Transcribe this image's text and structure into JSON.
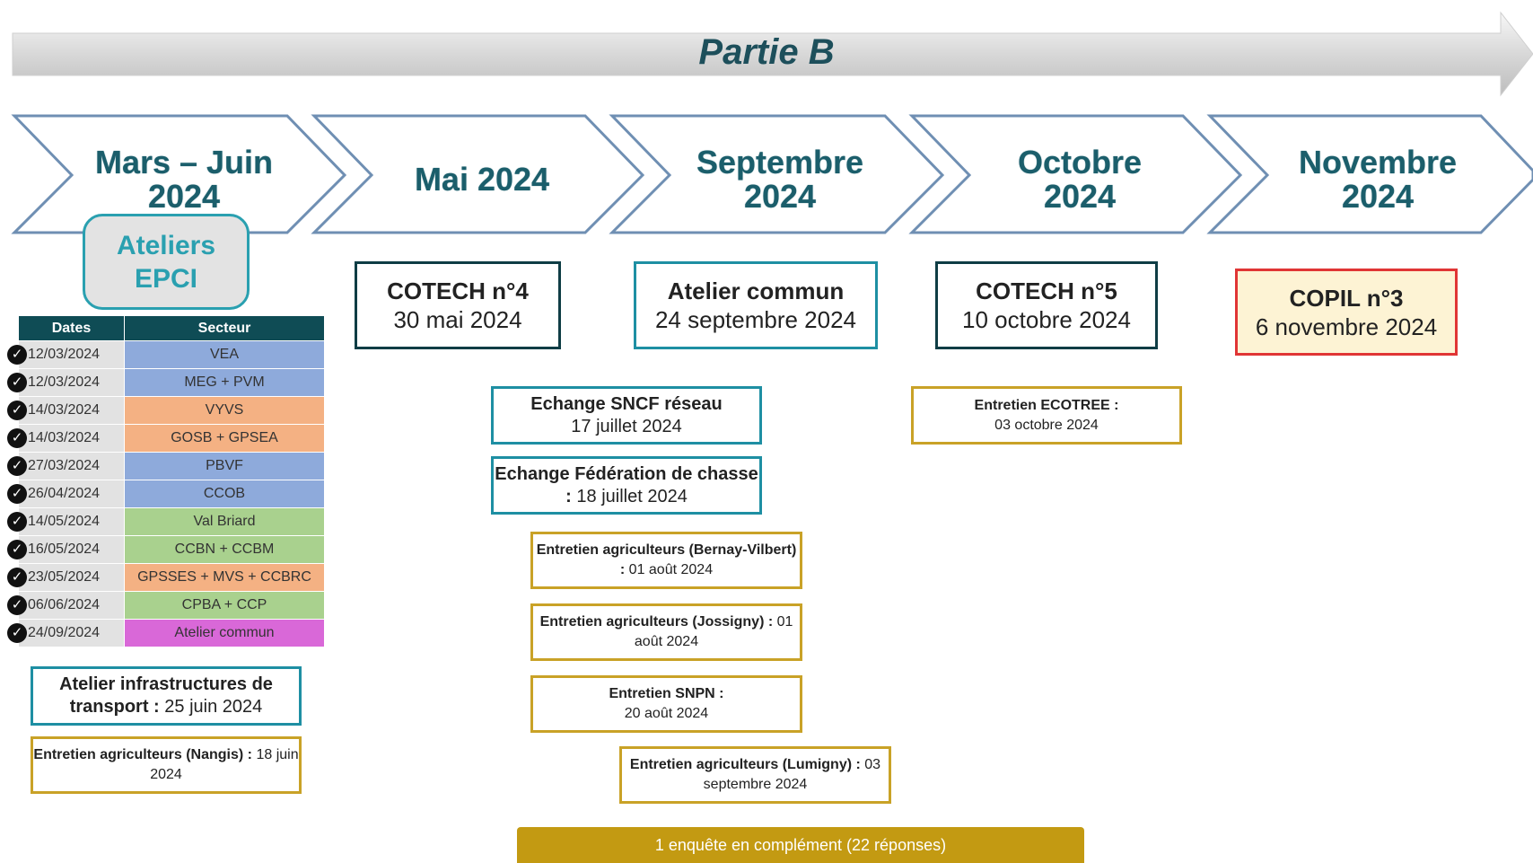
{
  "banner": {
    "title": "Partie B"
  },
  "phases": [
    {
      "line1": "Mars – Juin",
      "line2": "2024"
    },
    {
      "line1": "Mai 2024",
      "line2": ""
    },
    {
      "line1": "Septembre",
      "line2": "2024"
    },
    {
      "line1": "Octobre",
      "line2": "2024"
    },
    {
      "line1": "Novembre",
      "line2": "2024"
    }
  ],
  "ateliers": {
    "line1": "Ateliers",
    "line2": "EPCI"
  },
  "schedule": {
    "headers": [
      "Dates",
      "Secteur"
    ],
    "rows": [
      {
        "date": "12/03/2024",
        "sector": "VEA",
        "color": "#8eaadb"
      },
      {
        "date": "12/03/2024",
        "sector": "MEG + PVM",
        "color": "#8eaadb"
      },
      {
        "date": "14/03/2024",
        "sector": "VYVS",
        "color": "#f4b183"
      },
      {
        "date": "14/03/2024",
        "sector": "GOSB + GPSEA",
        "color": "#f4b183"
      },
      {
        "date": "27/03/2024",
        "sector": "PBVF",
        "color": "#8eaadb"
      },
      {
        "date": "26/04/2024",
        "sector": "CCOB",
        "color": "#8eaadb"
      },
      {
        "date": "14/05/2024",
        "sector": "Val Briard",
        "color": "#a9d18e"
      },
      {
        "date": "16/05/2024",
        "sector": "CCBN + CCBM",
        "color": "#a9d18e"
      },
      {
        "date": "23/05/2024",
        "sector": "GPSSES + MVS + CCBRC",
        "color": "#f4b183"
      },
      {
        "date": "06/06/2024",
        "sector": "CPBA + CCP",
        "color": "#a9d18e"
      },
      {
        "date": "24/09/2024",
        "sector": "Atelier commun",
        "color": "#d968d8"
      }
    ]
  },
  "check_glyph": "✓",
  "boxes": {
    "atelier_infra": {
      "bold": "Atelier infrastructures de transport :",
      "rest": " 25 juin 2024"
    },
    "nangis": {
      "bold": "Entretien agriculteurs (Nangis) :",
      "rest": " 18 juin 2024"
    },
    "cotech4": {
      "title": "COTECH n°4",
      "date": "30 mai 2024"
    },
    "atelier_commun": {
      "title": "Atelier commun",
      "date": "24 septembre 2024"
    },
    "cotech5": {
      "title": "COTECH n°5",
      "date": "10 octobre 2024"
    },
    "copil3": {
      "title": "COPIL n°3",
      "date": "6 novembre 2024"
    },
    "sncf": {
      "bold": "Echange SNCF réseau",
      "rest": "17 juillet 2024"
    },
    "federation": {
      "bold": "Echange Fédération de chasse :",
      "rest": " 18 juillet 2024"
    },
    "bernay": {
      "bold": "Entretien agriculteurs (Bernay-Vilbert) :",
      "rest": " 01 août 2024"
    },
    "jossigny": {
      "bold": "Entretien agriculteurs (Jossigny) :",
      "rest": " 01 août 2024"
    },
    "snpn": {
      "bold": "Entretien SNPN :",
      "rest": "20 août 2024"
    },
    "lumigny": {
      "bold": "Entretien agriculteurs (Lumigny) :",
      "rest": " 03 septembre 2024"
    },
    "ecotree": {
      "bold": "Entretien ECOTREE :",
      "rest": "03 octobre 2024"
    }
  },
  "bottom_bar": "1 enquête en complément (22 réponses)",
  "colors": {
    "teal_dark": "#0f4c55",
    "teal": "#1e8fa3",
    "gold": "#c9a227",
    "red": "#e03535",
    "bar_gold": "#c39a12"
  }
}
